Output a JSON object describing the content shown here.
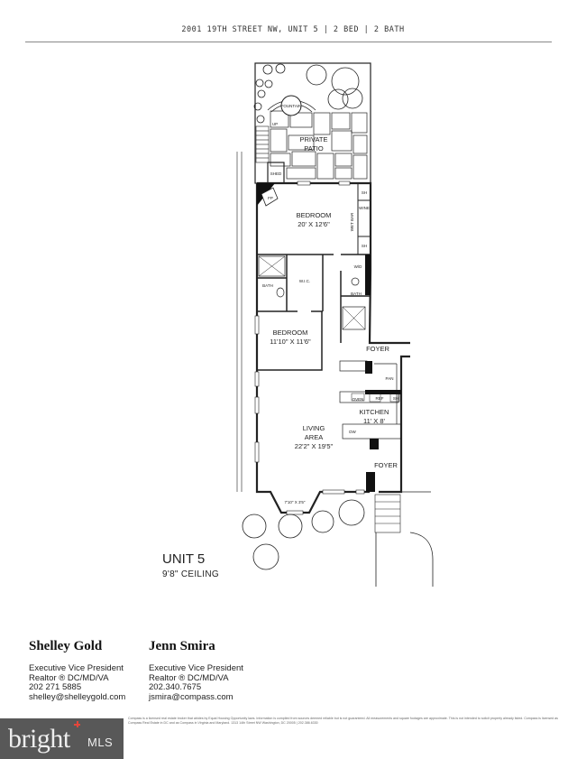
{
  "header": {
    "title": "2001 19TH STREET NW, UNIT 5 |  2 BED  |  2 BATH"
  },
  "plan": {
    "rooms": {
      "fountain": "FOUNTAIN",
      "patio_1": "PRIVATE",
      "patio_2": "PATIO",
      "up": "UP",
      "shed": "SHED",
      "fp": "FP",
      "bedroom1": "BEDROOM",
      "bedroom1_dim": "20' X 12'6\"",
      "wet_bar": "WET BAR",
      "wine": "WINE",
      "sh": "SH",
      "wic": "W.I.C.",
      "wd": "W/D",
      "bath": "BATH",
      "bedroom2": "BEDROOM",
      "bedroom2_dim": "11'10\" X 11'6\"",
      "foyer": "FOYER",
      "pan": "PAN",
      "oven": "OVEN",
      "ref": "REF",
      "kitchen": "KITCHEN",
      "kitchen_dim": "11' X 8'",
      "dw": "DW",
      "living_1": "LIVING",
      "living_2": "AREA",
      "living_dim": "22'2\" X 19'5\"",
      "bay_dim": "7'10\" X 3'5\""
    },
    "unit": "UNIT 5",
    "ceiling": "9'8\" CEILING"
  },
  "agents": [
    {
      "name": "Shelley Gold",
      "title": "Executive Vice President",
      "license": "Realtor ® DC/MD/VA",
      "phone": "202 271 5885",
      "email": "shelley@shelleygold.com"
    },
    {
      "name": "Jenn Smira",
      "title": "Executive Vice President",
      "license": "Realtor ® DC/MD/VA",
      "phone": "202.340.7675",
      "email": "jsmira@compass.com"
    }
  ],
  "disclaimer": "Compass is a licensed real estate broker that abides by Equal Housing Opportunity laws. Information is compiled from sources deemed reliable but is not guaranteed. All measurements and square footages are approximate. This is not intended to solicit property already listed. Compass is licensed as Compass Real Estate in DC and as Compass in Virginia and Maryland. 1313 14th Street NW Washington, DC 20005 | 202.386.6330",
  "watermark": {
    "brand": "bright",
    "suffix": "MLS",
    "accent": "#e3463b"
  }
}
